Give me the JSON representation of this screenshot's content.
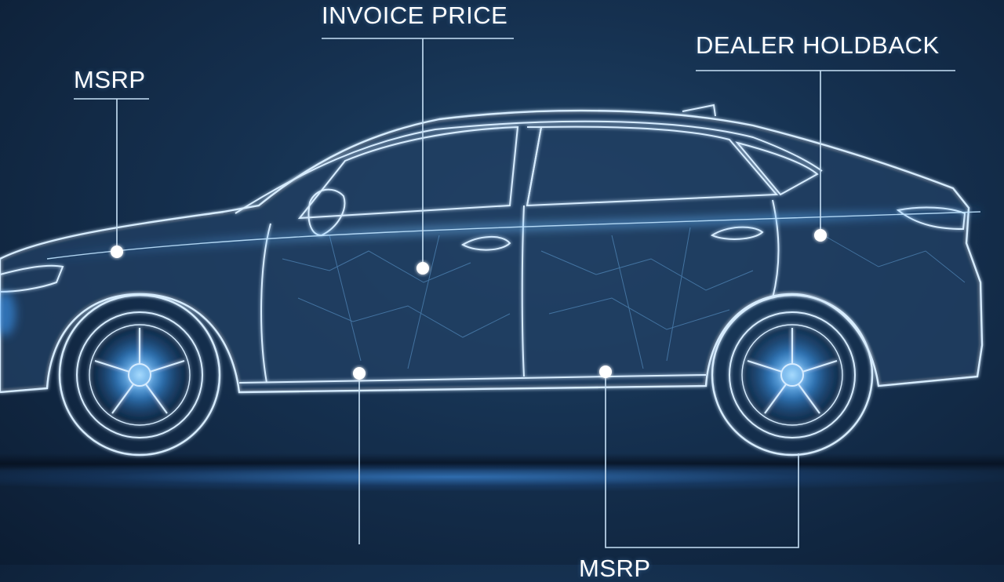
{
  "labels": {
    "msrp_top": "MSRP",
    "invoice_price": "INVOICE PRICE",
    "dealer_holdback": "DEALER HOLDBACK",
    "msrp_bottom": "MSRP"
  },
  "colors": {
    "background": "#15304f",
    "outline": "#d6ecff",
    "accent_glow": "#3fa0ff",
    "marker": "#ffffff"
  }
}
